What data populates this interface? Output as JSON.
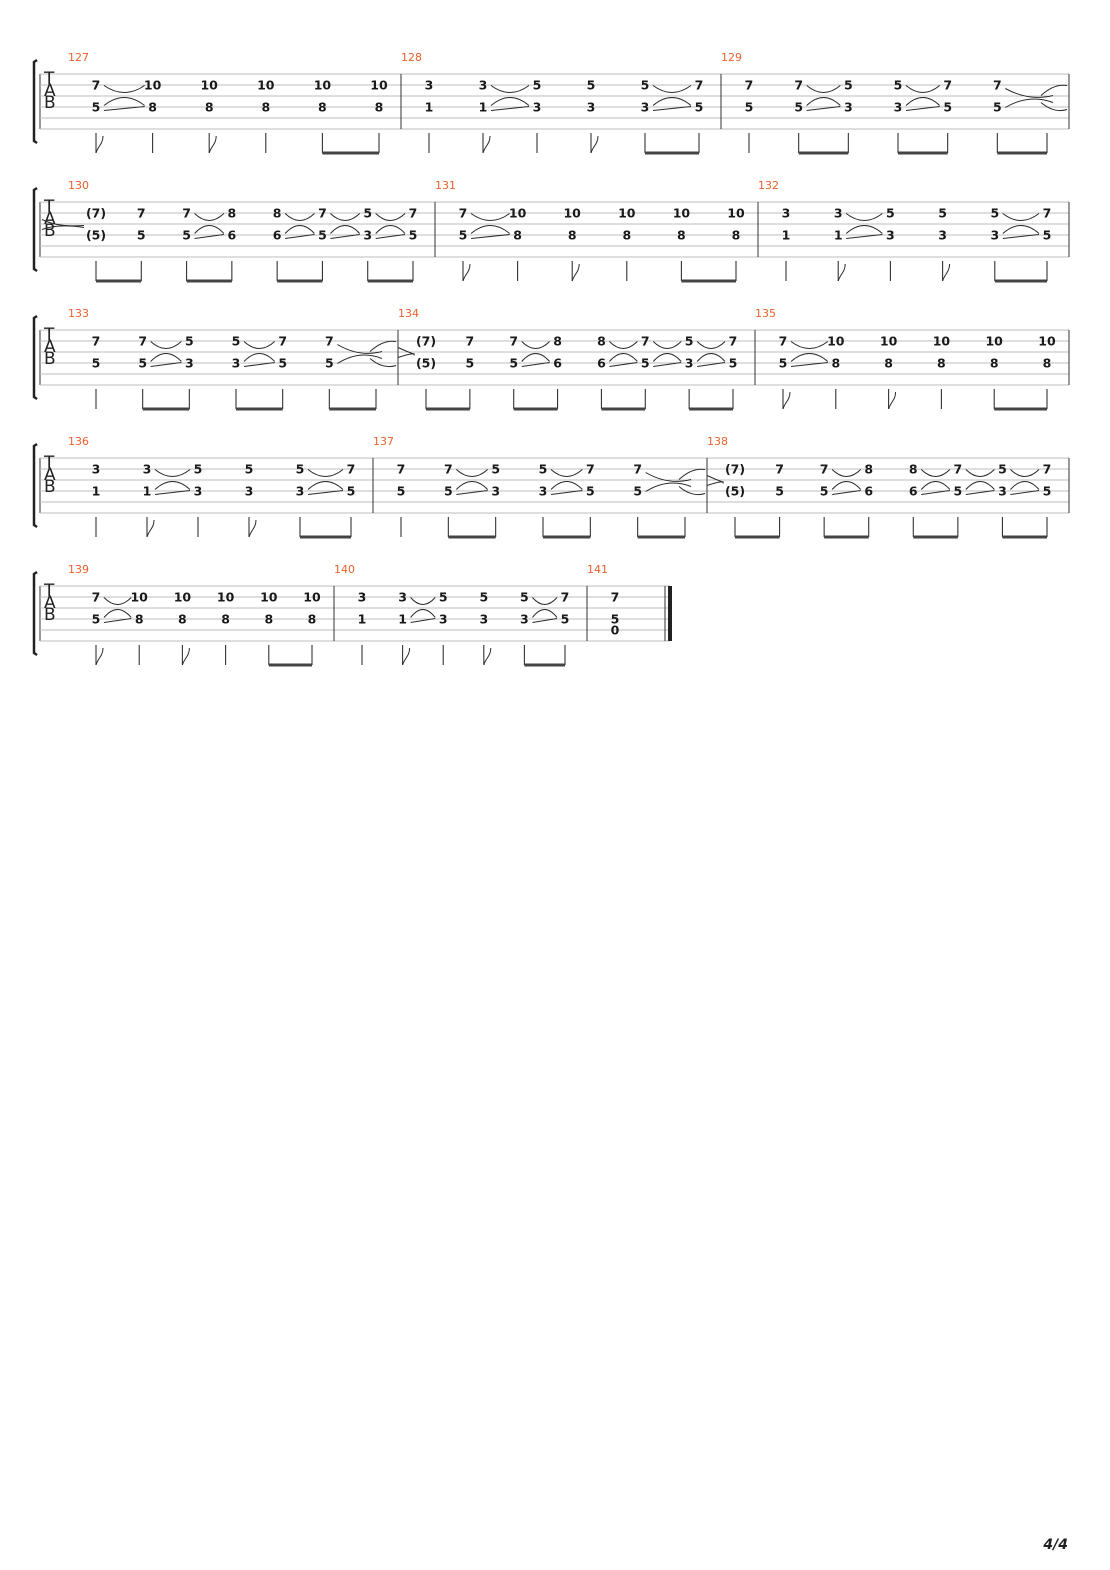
{
  "page": {
    "number_label": "4/4"
  },
  "tab_label": [
    "T",
    "A",
    "B"
  ],
  "systems": [
    {
      "measures": [
        {
          "number": "127",
          "notes": [
            {
              "t": "7",
              "b": "5",
              "flag": true,
              "slide": true
            },
            {
              "t": "10",
              "b": "8"
            },
            {
              "t": "10",
              "b": "8",
              "flag": true
            },
            {
              "t": "10",
              "b": "8"
            },
            {
              "t": "10",
              "b": "8",
              "beam": "start"
            },
            {
              "t": "10",
              "b": "8",
              "beam": "end"
            }
          ]
        },
        {
          "number": "128",
          "notes": [
            {
              "t": "3",
              "b": "1"
            },
            {
              "t": "3",
              "b": "1",
              "flag": true,
              "slide": true
            },
            {
              "t": "5",
              "b": "3"
            },
            {
              "t": "5",
              "b": "3",
              "flag": true
            },
            {
              "t": "5",
              "b": "3",
              "beam": "start",
              "slide": true
            },
            {
              "t": "7",
              "b": "5",
              "beam": "end"
            }
          ]
        },
        {
          "number": "129",
          "notes": [
            {
              "t": "7",
              "b": "5"
            },
            {
              "t": "7",
              "b": "5",
              "beam": "start",
              "slide": true
            },
            {
              "t": "5",
              "b": "3",
              "beam": "end"
            },
            {
              "t": "5",
              "b": "3",
              "beam": "start",
              "slide": true
            },
            {
              "t": "7",
              "b": "5",
              "beam": "end"
            },
            {
              "t": "7",
              "b": "5",
              "beam": "start",
              "tie": true
            },
            {
              "t": "",
              "b": "",
              "beam": "end",
              "tie_out": true
            }
          ]
        }
      ]
    },
    {
      "measures": [
        {
          "number": "130",
          "notes": [
            {
              "t": "(7)",
              "b": "(5)",
              "beam": "start"
            },
            {
              "t": "7",
              "b": "5",
              "beam": "end"
            },
            {
              "t": "7",
              "b": "5",
              "beam": "start",
              "slide": true
            },
            {
              "t": "8",
              "b": "6",
              "beam": "end"
            },
            {
              "t": "8",
              "b": "6",
              "beam": "start",
              "slide": true
            },
            {
              "t": "7",
              "b": "5",
              "beam": "end",
              "slide": true
            },
            {
              "t": "5",
              "b": "3",
              "beam": "start",
              "slide": true
            },
            {
              "t": "7",
              "b": "5",
              "beam": "end"
            }
          ]
        },
        {
          "number": "131",
          "notes": [
            {
              "t": "7",
              "b": "5",
              "flag": true,
              "slide": true
            },
            {
              "t": "10",
              "b": "8"
            },
            {
              "t": "10",
              "b": "8",
              "flag": true
            },
            {
              "t": "10",
              "b": "8"
            },
            {
              "t": "10",
              "b": "8",
              "beam": "start"
            },
            {
              "t": "10",
              "b": "8",
              "beam": "end"
            }
          ]
        },
        {
          "number": "132",
          "notes": [
            {
              "t": "3",
              "b": "1"
            },
            {
              "t": "3",
              "b": "1",
              "flag": true,
              "slide": true
            },
            {
              "t": "5",
              "b": "3"
            },
            {
              "t": "5",
              "b": "3",
              "flag": true
            },
            {
              "t": "5",
              "b": "3",
              "beam": "start",
              "slide": true
            },
            {
              "t": "7",
              "b": "5",
              "beam": "end"
            }
          ]
        }
      ]
    },
    {
      "measures": [
        {
          "number": "133",
          "notes": [
            {
              "t": "7",
              "b": "5"
            },
            {
              "t": "7",
              "b": "5",
              "beam": "start",
              "slide": true
            },
            {
              "t": "5",
              "b": "3",
              "beam": "end"
            },
            {
              "t": "5",
              "b": "3",
              "beam": "start",
              "slide": true
            },
            {
              "t": "7",
              "b": "5",
              "beam": "end"
            },
            {
              "t": "7",
              "b": "5",
              "beam": "start",
              "tie": true
            },
            {
              "t": "",
              "b": "",
              "beam": "end",
              "tie_out": true
            }
          ]
        },
        {
          "number": "134",
          "notes": [
            {
              "t": "(7)",
              "b": "(5)",
              "beam": "start"
            },
            {
              "t": "7",
              "b": "5",
              "beam": "end"
            },
            {
              "t": "7",
              "b": "5",
              "beam": "start",
              "slide": true
            },
            {
              "t": "8",
              "b": "6",
              "beam": "end"
            },
            {
              "t": "8",
              "b": "6",
              "beam": "start",
              "slide": true
            },
            {
              "t": "7",
              "b": "5",
              "beam": "end",
              "slide": true
            },
            {
              "t": "5",
              "b": "3",
              "beam": "start",
              "slide": true
            },
            {
              "t": "7",
              "b": "5",
              "beam": "end"
            }
          ]
        },
        {
          "number": "135",
          "notes": [
            {
              "t": "7",
              "b": "5",
              "flag": true,
              "slide": true
            },
            {
              "t": "10",
              "b": "8"
            },
            {
              "t": "10",
              "b": "8",
              "flag": true
            },
            {
              "t": "10",
              "b": "8"
            },
            {
              "t": "10",
              "b": "8",
              "beam": "start"
            },
            {
              "t": "10",
              "b": "8",
              "beam": "end"
            }
          ]
        }
      ]
    },
    {
      "measures": [
        {
          "number": "136",
          "notes": [
            {
              "t": "3",
              "b": "1"
            },
            {
              "t": "3",
              "b": "1",
              "flag": true,
              "slide": true
            },
            {
              "t": "5",
              "b": "3"
            },
            {
              "t": "5",
              "b": "3",
              "flag": true
            },
            {
              "t": "5",
              "b": "3",
              "beam": "start",
              "slide": true
            },
            {
              "t": "7",
              "b": "5",
              "beam": "end"
            }
          ]
        },
        {
          "number": "137",
          "notes": [
            {
              "t": "7",
              "b": "5"
            },
            {
              "t": "7",
              "b": "5",
              "beam": "start",
              "slide": true
            },
            {
              "t": "5",
              "b": "3",
              "beam": "end"
            },
            {
              "t": "5",
              "b": "3",
              "beam": "start",
              "slide": true
            },
            {
              "t": "7",
              "b": "5",
              "beam": "end"
            },
            {
              "t": "7",
              "b": "5",
              "beam": "start",
              "tie": true
            },
            {
              "t": "",
              "b": "",
              "beam": "end",
              "tie_out": true
            }
          ]
        },
        {
          "number": "138",
          "notes": [
            {
              "t": "(7)",
              "b": "(5)",
              "beam": "start"
            },
            {
              "t": "7",
              "b": "5",
              "beam": "end"
            },
            {
              "t": "7",
              "b": "5",
              "beam": "start",
              "slide": true
            },
            {
              "t": "8",
              "b": "6",
              "beam": "end"
            },
            {
              "t": "8",
              "b": "6",
              "beam": "start",
              "slide": true
            },
            {
              "t": "7",
              "b": "5",
              "beam": "end",
              "slide": true
            },
            {
              "t": "5",
              "b": "3",
              "beam": "start",
              "slide": true
            },
            {
              "t": "7",
              "b": "5",
              "beam": "end"
            }
          ]
        }
      ]
    },
    {
      "measures": [
        {
          "number": "139",
          "notes": [
            {
              "t": "7",
              "b": "5",
              "flag": true,
              "slide": true
            },
            {
              "t": "10",
              "b": "8"
            },
            {
              "t": "10",
              "b": "8",
              "flag": true
            },
            {
              "t": "10",
              "b": "8"
            },
            {
              "t": "10",
              "b": "8",
              "beam": "start"
            },
            {
              "t": "10",
              "b": "8",
              "beam": "end"
            }
          ]
        },
        {
          "number": "140",
          "notes": [
            {
              "t": "3",
              "b": "1"
            },
            {
              "t": "3",
              "b": "1",
              "flag": true,
              "slide": true
            },
            {
              "t": "5",
              "b": "3"
            },
            {
              "t": "5",
              "b": "3",
              "flag": true
            },
            {
              "t": "5",
              "b": "3",
              "beam": "start",
              "slide": true
            },
            {
              "t": "7",
              "b": "5",
              "beam": "end"
            }
          ]
        },
        {
          "number": "141",
          "final": true,
          "notes": [
            {
              "t": "7",
              "b": "5",
              "low": "0",
              "nostem": true
            }
          ]
        }
      ]
    }
  ]
}
